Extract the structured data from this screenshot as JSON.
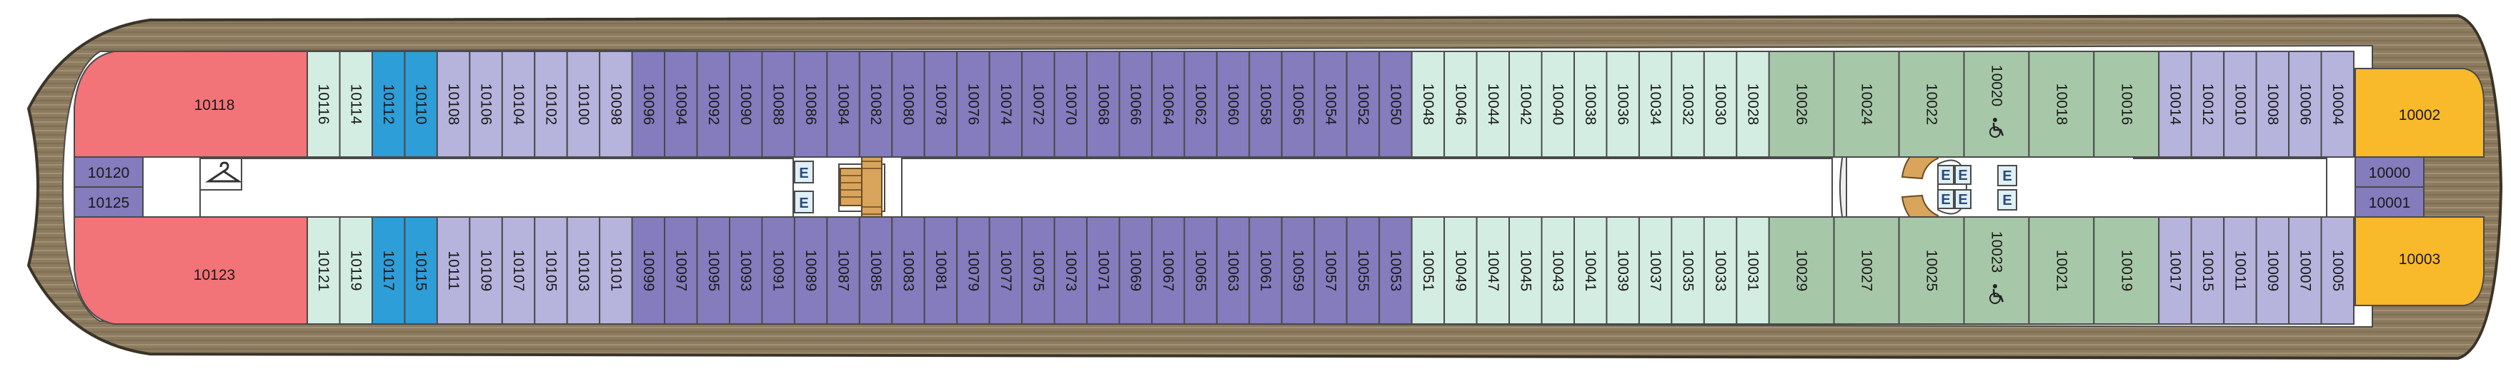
{
  "deck_plan": {
    "legend_colors": {
      "pink": "#F27478",
      "mint": "#D4EDE2",
      "blue": "#2E9ED8",
      "lavender": "#B6B4DD",
      "purple": "#847CBD",
      "sage": "#A7C7A9",
      "orange": "#F8B92B",
      "deck": "#8C7B5F"
    },
    "corner_suites": {
      "top": "10118",
      "bottom": "10123"
    },
    "aft_center_cabins": [
      "10120",
      "10125"
    ],
    "fwd_center_cabins": [
      "10000",
      "10001"
    ],
    "fwd_suites": {
      "top": "10002",
      "bottom": "10003"
    },
    "top_row": [
      {
        "n": "10116",
        "c": "mint"
      },
      {
        "n": "10114",
        "c": "mint"
      },
      {
        "n": "10112",
        "c": "blue"
      },
      {
        "n": "10110",
        "c": "blue"
      },
      {
        "n": "10108",
        "c": "lavender"
      },
      {
        "n": "10106",
        "c": "lavender"
      },
      {
        "n": "10104",
        "c": "lavender"
      },
      {
        "n": "10102",
        "c": "lavender"
      },
      {
        "n": "10100",
        "c": "lavender"
      },
      {
        "n": "10098",
        "c": "lavender"
      },
      {
        "n": "10096",
        "c": "purple"
      },
      {
        "n": "10094",
        "c": "purple"
      },
      {
        "n": "10092",
        "c": "purple"
      },
      {
        "n": "10090",
        "c": "purple"
      },
      {
        "n": "10088",
        "c": "purple"
      },
      {
        "n": "10086",
        "c": "purple"
      },
      {
        "n": "10084",
        "c": "purple"
      },
      {
        "n": "10082",
        "c": "purple"
      },
      {
        "n": "10080",
        "c": "purple"
      },
      {
        "n": "10078",
        "c": "purple"
      },
      {
        "n": "10076",
        "c": "purple"
      },
      {
        "n": "10074",
        "c": "purple"
      },
      {
        "n": "10072",
        "c": "purple"
      },
      {
        "n": "10070",
        "c": "purple"
      },
      {
        "n": "10068",
        "c": "purple"
      },
      {
        "n": "10066",
        "c": "purple"
      },
      {
        "n": "10064",
        "c": "purple"
      },
      {
        "n": "10062",
        "c": "purple"
      },
      {
        "n": "10060",
        "c": "purple"
      },
      {
        "n": "10058",
        "c": "purple"
      },
      {
        "n": "10056",
        "c": "purple"
      },
      {
        "n": "10054",
        "c": "purple"
      },
      {
        "n": "10052",
        "c": "purple"
      },
      {
        "n": "10050",
        "c": "purple"
      },
      {
        "n": "10048",
        "c": "mint"
      },
      {
        "n": "10046",
        "c": "mint"
      },
      {
        "n": "10044",
        "c": "mint"
      },
      {
        "n": "10042",
        "c": "mint"
      },
      {
        "n": "10040",
        "c": "mint"
      },
      {
        "n": "10038",
        "c": "mint"
      },
      {
        "n": "10036",
        "c": "mint"
      },
      {
        "n": "10034",
        "c": "mint"
      },
      {
        "n": "10032",
        "c": "mint"
      },
      {
        "n": "10030",
        "c": "mint"
      },
      {
        "n": "10028",
        "c": "mint"
      },
      {
        "n": "10026",
        "c": "sage",
        "w": 2
      },
      {
        "n": "10024",
        "c": "sage",
        "w": 2
      },
      {
        "n": "10022",
        "c": "sage",
        "w": 2
      },
      {
        "n": "10020",
        "c": "sage",
        "w": 2,
        "acc": true
      },
      {
        "n": "10018",
        "c": "sage",
        "w": 2
      },
      {
        "n": "10016",
        "c": "sage",
        "w": 2
      },
      {
        "n": "10014",
        "c": "lavender"
      },
      {
        "n": "10012",
        "c": "lavender"
      },
      {
        "n": "10010",
        "c": "lavender"
      },
      {
        "n": "10008",
        "c": "lavender"
      },
      {
        "n": "10006",
        "c": "lavender"
      },
      {
        "n": "10004",
        "c": "lavender"
      }
    ],
    "bottom_row": [
      {
        "n": "10121",
        "c": "mint"
      },
      {
        "n": "10119",
        "c": "mint"
      },
      {
        "n": "10117",
        "c": "blue"
      },
      {
        "n": "10115",
        "c": "blue"
      },
      {
        "n": "10111",
        "c": "lavender"
      },
      {
        "n": "10109",
        "c": "lavender"
      },
      {
        "n": "10107",
        "c": "lavender"
      },
      {
        "n": "10105",
        "c": "lavender"
      },
      {
        "n": "10103",
        "c": "lavender"
      },
      {
        "n": "10101",
        "c": "lavender"
      },
      {
        "n": "10099",
        "c": "purple"
      },
      {
        "n": "10097",
        "c": "purple"
      },
      {
        "n": "10095",
        "c": "purple"
      },
      {
        "n": "10093",
        "c": "purple"
      },
      {
        "n": "10091",
        "c": "purple"
      },
      {
        "n": "10089",
        "c": "purple"
      },
      {
        "n": "10087",
        "c": "purple"
      },
      {
        "n": "10085",
        "c": "purple"
      },
      {
        "n": "10083",
        "c": "purple"
      },
      {
        "n": "10081",
        "c": "purple"
      },
      {
        "n": "10079",
        "c": "purple"
      },
      {
        "n": "10077",
        "c": "purple"
      },
      {
        "n": "10075",
        "c": "purple"
      },
      {
        "n": "10073",
        "c": "purple"
      },
      {
        "n": "10071",
        "c": "purple"
      },
      {
        "n": "10069",
        "c": "purple"
      },
      {
        "n": "10067",
        "c": "purple"
      },
      {
        "n": "10065",
        "c": "purple"
      },
      {
        "n": "10063",
        "c": "purple"
      },
      {
        "n": "10061",
        "c": "purple"
      },
      {
        "n": "10059",
        "c": "purple"
      },
      {
        "n": "10057",
        "c": "purple"
      },
      {
        "n": "10055",
        "c": "purple"
      },
      {
        "n": "10053",
        "c": "purple"
      },
      {
        "n": "10051",
        "c": "mint"
      },
      {
        "n": "10049",
        "c": "mint"
      },
      {
        "n": "10047",
        "c": "mint"
      },
      {
        "n": "10045",
        "c": "mint"
      },
      {
        "n": "10043",
        "c": "mint"
      },
      {
        "n": "10041",
        "c": "mint"
      },
      {
        "n": "10039",
        "c": "mint"
      },
      {
        "n": "10037",
        "c": "mint"
      },
      {
        "n": "10035",
        "c": "mint"
      },
      {
        "n": "10033",
        "c": "mint"
      },
      {
        "n": "10031",
        "c": "mint"
      },
      {
        "n": "10029",
        "c": "sage",
        "w": 2
      },
      {
        "n": "10027",
        "c": "sage",
        "w": 2
      },
      {
        "n": "10025",
        "c": "sage",
        "w": 2
      },
      {
        "n": "10023",
        "c": "sage",
        "w": 2,
        "acc": true
      },
      {
        "n": "10021",
        "c": "sage",
        "w": 2
      },
      {
        "n": "10019",
        "c": "sage",
        "w": 2
      },
      {
        "n": "10017",
        "c": "lavender"
      },
      {
        "n": "10015",
        "c": "lavender"
      },
      {
        "n": "10011",
        "c": "lavender"
      },
      {
        "n": "10009",
        "c": "lavender"
      },
      {
        "n": "10007",
        "c": "lavender"
      },
      {
        "n": "10005",
        "c": "lavender"
      }
    ],
    "elevator_label": "E",
    "icons": {
      "laundry": "hanger-icon",
      "stairs": "stairs-icon",
      "spiral": "spiral-staircase-icon",
      "accessible": "wheelchair-icon"
    }
  }
}
